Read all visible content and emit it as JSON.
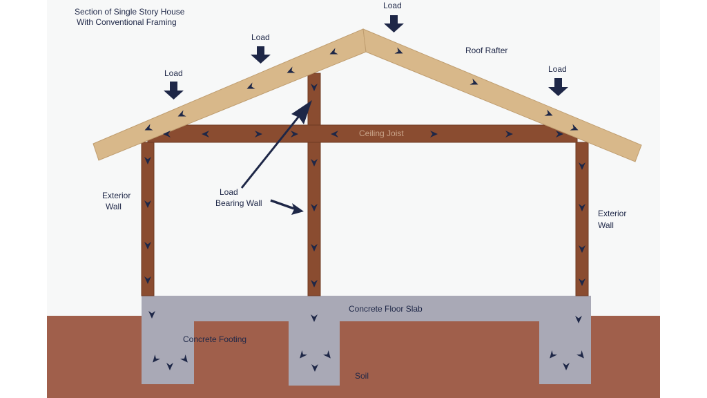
{
  "title": {
    "line1": "Section of Single Story House",
    "line2": "With Conventional Framing"
  },
  "labels": {
    "load": "Load",
    "roof_rafter": "Roof Rafter",
    "ceiling_joist": "Ceiling Joist",
    "exterior_wall_line1": "Exterior",
    "exterior_wall_line2": "Wall",
    "load_bearing_line1": "Load",
    "load_bearing_line2": "Bearing Wall",
    "concrete_floor_slab": "Concrete Floor Slab",
    "concrete_footing": "Concrete Footing",
    "soil": "Soil"
  },
  "colors": {
    "background": "#ffffff",
    "sky": "#f7f8f8",
    "soil": "#a05f4b",
    "rafter": "#d8b88a",
    "rafter_edge": "#bf9d6f",
    "framing": "#8a4c30",
    "framing_edge": "#6e3a22",
    "concrete": "#a9a9b6",
    "arrow": "#1e2747",
    "text": "#1e2747"
  }
}
